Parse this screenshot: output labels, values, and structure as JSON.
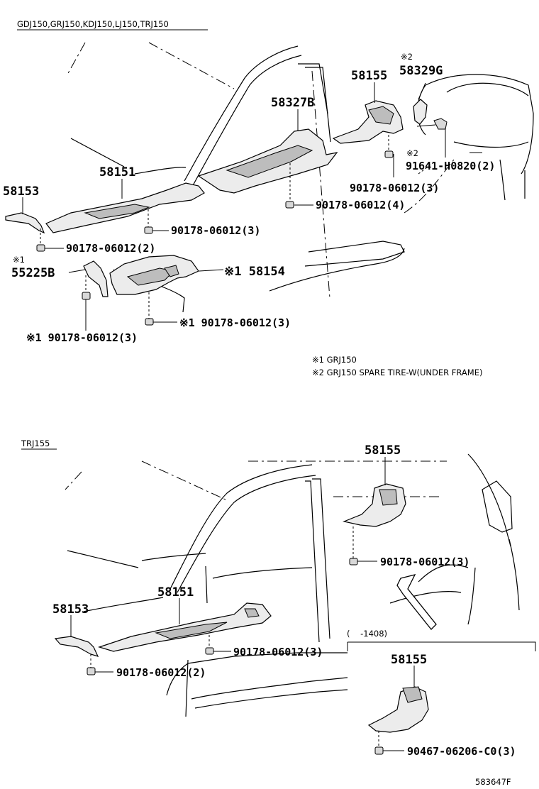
{
  "section1": {
    "models": "GDJ150,GRJ150,KDJ150,LJ150,TRJ150",
    "labels": {
      "p58155": "58155",
      "p58329g_note": "※2",
      "p58329g": "58329G",
      "p58327b": "58327B",
      "p58151": "58151",
      "p58153": "58153",
      "p55225b_note": "※1",
      "p55225b": "55225B",
      "p58154": "※1 58154",
      "bolt_note": "※2",
      "bolt": "91641-H0820(2)",
      "clip_a": "90178-06012(3)",
      "clip_b": "90178-06012(4)",
      "clip_c": "90178-06012(3)",
      "clip_d": "90178-06012(2)",
      "clip_e": "※1 90178-06012(3)",
      "clip_f": "※1 90178-06012(3)"
    },
    "notes": [
      "※1 GRJ150",
      "※2 GRJ150 SPARE TIRE-W(UNDER FRAME)"
    ]
  },
  "section2": {
    "models": "TRJ155",
    "labels": {
      "p58155": "58155",
      "clip_a": "90178-06012(3)",
      "p58151": "58151",
      "p58153": "58153",
      "clip_b": "90178-06012(3)",
      "clip_c": "90178-06012(2)",
      "range": "(    -1408)",
      "p58155_inset": "58155",
      "nut": "90467-06206-C0(3)"
    }
  },
  "figure_code": "583647F"
}
